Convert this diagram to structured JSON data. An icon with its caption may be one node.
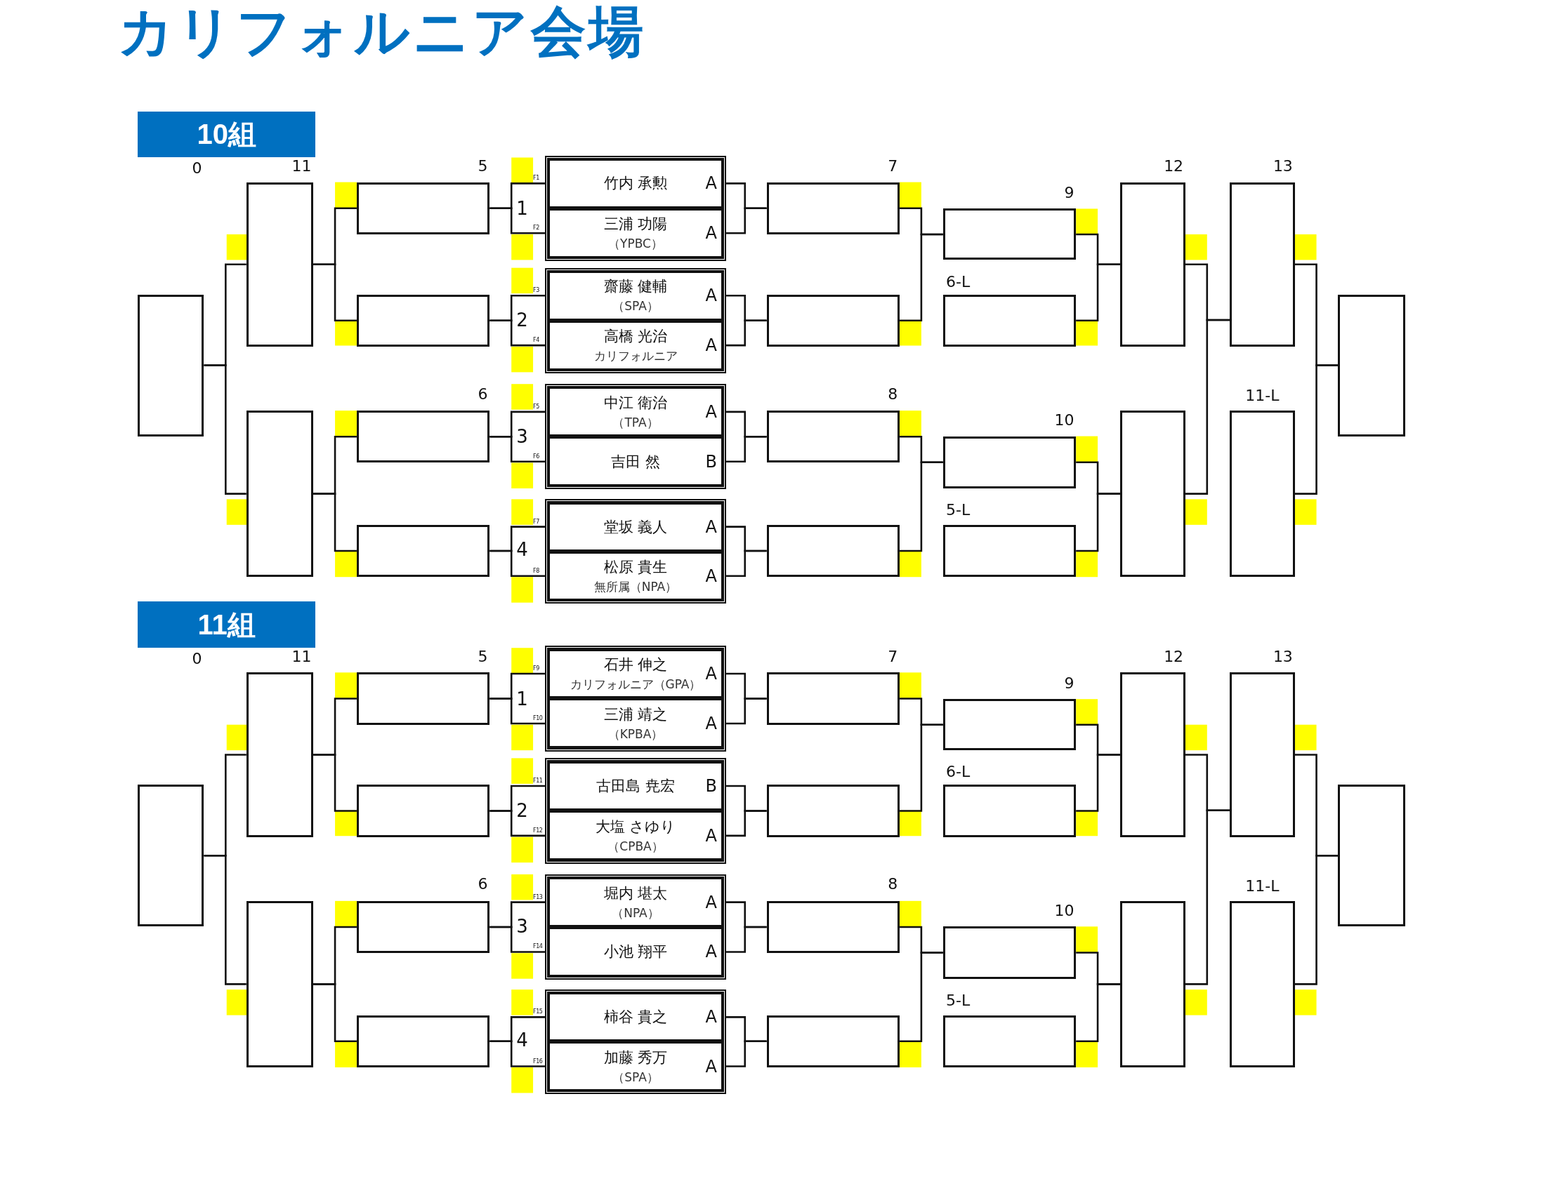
{
  "diagram": {
    "title": "カリフォルニア会場",
    "nodes": [
      {
        "text": [
          "10組"
        ]
      },
      {
        "text": [],
        "shape": "box"
      },
      {
        "text": [],
        "shape": "box",
        "beside": [
          "11"
        ]
      },
      {
        "text": [],
        "shape": "box"
      },
      {
        "text": [],
        "shape": "box",
        "beside": [
          "5"
        ]
      },
      {
        "text": [],
        "shape": "box"
      },
      {
        "text": [],
        "shape": "box",
        "beside": [
          "6"
        ]
      },
      {
        "text": [],
        "shape": "box"
      },
      {
        "text": [],
        "shape": "box"
      },
      {
        "text": [
          "竹内 承勲",
          "A"
        ],
        "in": 8,
        "beside": [
          "F1"
        ]
      },
      {
        "text": [
          "三浦 功陽",
          "（YPBC）",
          "A"
        ],
        "in": 8,
        "beside": [
          "F2"
        ]
      },
      {
        "text": [],
        "shape": "box"
      },
      {
        "text": [
          "齋藤 健輔",
          "（SPA）",
          "A"
        ],
        "in": 11,
        "beside": [
          "F3"
        ]
      },
      {
        "text": [
          "高橋 光治",
          "カリフォルニア",
          "A"
        ],
        "in": 11,
        "beside": [
          "F4"
        ]
      },
      {
        "text": [],
        "shape": "box"
      },
      {
        "text": [
          "中江 衛治",
          "（TPA）",
          "A"
        ],
        "in": 14,
        "beside": [
          "F5"
        ]
      },
      {
        "text": [
          "吉田 然",
          "B"
        ],
        "in": 14,
        "beside": [
          "F6"
        ]
      },
      {
        "text": [],
        "shape": "box"
      },
      {
        "text": [
          "堂坂 義人",
          "A"
        ],
        "in": 17,
        "beside": [
          "F7"
        ]
      },
      {
        "text": [
          "松原 貴生",
          "無所属（NPA）",
          "A"
        ],
        "in": 17,
        "beside": [
          "F8"
        ]
      },
      {
        "text": [],
        "shape": "box",
        "beside": [
          "7"
        ]
      },
      {
        "text": [],
        "shape": "box"
      },
      {
        "text": [],
        "shape": "box",
        "beside": [
          "8"
        ]
      },
      {
        "text": [],
        "shape": "box"
      },
      {
        "text": [],
        "shape": "box",
        "beside": [
          "9"
        ]
      },
      {
        "text": [],
        "shape": "box",
        "beside": [
          "6-L"
        ]
      },
      {
        "text": [],
        "shape": "box",
        "beside": [
          "10"
        ]
      },
      {
        "text": [],
        "shape": "box",
        "beside": [
          "5-L"
        ]
      },
      {
        "text": [],
        "shape": "box",
        "beside": [
          "12"
        ]
      },
      {
        "text": [],
        "shape": "box"
      },
      {
        "text": [],
        "shape": "box",
        "beside": [
          "13"
        ]
      },
      {
        "text": [],
        "shape": "box",
        "beside": [
          "11-L"
        ]
      },
      {
        "text": [],
        "shape": "box"
      },
      {
        "text": [
          "11組"
        ]
      },
      {
        "text": [],
        "shape": "box"
      },
      {
        "text": [],
        "shape": "box",
        "beside": [
          "11"
        ]
      },
      {
        "text": [],
        "shape": "box"
      },
      {
        "text": [],
        "shape": "box",
        "beside": [
          "5"
        ]
      },
      {
        "text": [],
        "shape": "box"
      },
      {
        "text": [],
        "shape": "box",
        "beside": [
          "6"
        ]
      },
      {
        "text": [],
        "shape": "box"
      },
      {
        "text": [],
        "shape": "box"
      },
      {
        "text": [
          "石井 伸之",
          "カリフォルニア（GPA）",
          "A"
        ],
        "in": 41,
        "beside": [
          "F9"
        ]
      },
      {
        "text": [
          "三浦 靖之",
          "（KPBA）",
          "A"
        ],
        "in": 41,
        "beside": [
          "F10"
        ]
      },
      {
        "text": [],
        "shape": "box"
      },
      {
        "text": [
          "古田島 尭宏",
          "B"
        ],
        "in": 44,
        "beside": [
          "F11"
        ]
      },
      {
        "text": [
          "大塩 さゆり",
          "（CPBA）",
          "A"
        ],
        "in": 44,
        "beside": [
          "F12"
        ]
      },
      {
        "text": [],
        "shape": "box"
      },
      {
        "text": [
          "堀内 堪太",
          "（NPA）",
          "A"
        ],
        "in": 47,
        "beside": [
          "F13"
        ]
      },
      {
        "text": [
          "小池 翔平",
          "A"
        ],
        "in": 47,
        "beside": [
          "F14"
        ]
      },
      {
        "text": [],
        "shape": "box"
      },
      {
        "text": [
          "柿谷 貴之",
          "A"
        ],
        "in": 50,
        "beside": [
          "F15"
        ]
      },
      {
        "text": [
          "加藤 秀万",
          "（SPA）",
          "A"
        ],
        "in": 50,
        "beside": [
          "F16"
        ]
      },
      {
        "text": [],
        "shape": "box",
        "beside": [
          "7"
        ]
      },
      {
        "text": [],
        "shape": "box"
      },
      {
        "text": [],
        "shape": "box",
        "beside": [
          "8"
        ]
      },
      {
        "text": [],
        "shape": "box"
      },
      {
        "text": [],
        "shape": "box",
        "beside": [
          "9"
        ]
      },
      {
        "text": [],
        "shape": "box",
        "beside": [
          "6-L"
        ]
      },
      {
        "text": [],
        "shape": "box",
        "beside": [
          "10"
        ]
      },
      {
        "text": [],
        "shape": "box",
        "beside": [
          "5-L"
        ]
      },
      {
        "text": [],
        "shape": "box",
        "beside": [
          "12"
        ]
      },
      {
        "text": [],
        "shape": "box"
      },
      {
        "text": [],
        "shape": "box",
        "beside": [
          "13"
        ]
      },
      {
        "text": [],
        "shape": "box",
        "beside": [
          "11-L"
        ]
      },
      {
        "text": [],
        "shape": "box"
      }
    ],
    "edges": [
      {
        "from": 9,
        "to": 4,
        "arrow": "none"
      },
      {
        "from": 10,
        "to": 4,
        "arrow": "none"
      },
      {
        "from": 12,
        "to": 5,
        "arrow": "none"
      },
      {
        "from": 13,
        "to": 5,
        "arrow": "none"
      },
      {
        "from": 15,
        "to": 6,
        "arrow": "none"
      },
      {
        "from": 16,
        "to": 6,
        "arrow": "none"
      },
      {
        "from": 18,
        "to": 7,
        "arrow": "none"
      },
      {
        "from": 19,
        "to": 7,
        "arrow": "none"
      },
      {
        "from": 9,
        "to": 20,
        "arrow": "none"
      },
      {
        "from": 10,
        "to": 20,
        "arrow": "none"
      },
      {
        "from": 12,
        "to": 21,
        "arrow": "none"
      },
      {
        "from": 13,
        "to": 21,
        "arrow": "none"
      },
      {
        "from": 15,
        "to": 22,
        "arrow": "none"
      },
      {
        "from": 16,
        "to": 22,
        "arrow": "none"
      },
      {
        "from": 18,
        "to": 23,
        "arrow": "none"
      },
      {
        "from": 19,
        "to": 23,
        "arrow": "none"
      },
      {
        "from": 4,
        "to": 2,
        "arrow": "none"
      },
      {
        "from": 5,
        "to": 2,
        "arrow": "none"
      },
      {
        "from": 6,
        "to": 3,
        "arrow": "none"
      },
      {
        "from": 7,
        "to": 3,
        "arrow": "none"
      },
      {
        "from": 2,
        "to": 1,
        "arrow": "none"
      },
      {
        "from": 3,
        "to": 1,
        "arrow": "none"
      },
      {
        "from": 20,
        "to": 24,
        "arrow": "none"
      },
      {
        "from": 21,
        "to": 24,
        "arrow": "none"
      },
      {
        "from": 22,
        "to": 26,
        "arrow": "none"
      },
      {
        "from": 23,
        "to": 26,
        "arrow": "none"
      },
      {
        "from": 24,
        "to": 28,
        "arrow": "none"
      },
      {
        "from": 25,
        "to": 28,
        "arrow": "none"
      },
      {
        "from": 26,
        "to": 29,
        "arrow": "none"
      },
      {
        "from": 27,
        "to": 29,
        "arrow": "none"
      },
      {
        "from": 28,
        "to": 30,
        "arrow": "none"
      },
      {
        "from": 29,
        "to": 30,
        "arrow": "none"
      },
      {
        "from": 30,
        "to": 32,
        "arrow": "none"
      },
      {
        "from": 31,
        "to": 32,
        "arrow": "none"
      },
      {
        "from": 42,
        "to": 37,
        "arrow": "none"
      },
      {
        "from": 43,
        "to": 37,
        "arrow": "none"
      },
      {
        "from": 45,
        "to": 38,
        "arrow": "none"
      },
      {
        "from": 46,
        "to": 38,
        "arrow": "none"
      },
      {
        "from": 48,
        "to": 39,
        "arrow": "none"
      },
      {
        "from": 49,
        "to": 39,
        "arrow": "none"
      },
      {
        "from": 51,
        "to": 40,
        "arrow": "none"
      },
      {
        "from": 52,
        "to": 40,
        "arrow": "none"
      },
      {
        "from": 42,
        "to": 53,
        "arrow": "none"
      },
      {
        "from": 43,
        "to": 53,
        "arrow": "none"
      },
      {
        "from": 45,
        "to": 54,
        "arrow": "none"
      },
      {
        "from": 46,
        "to": 54,
        "arrow": "none"
      },
      {
        "from": 48,
        "to": 55,
        "arrow": "none"
      },
      {
        "from": 49,
        "to": 55,
        "arrow": "none"
      },
      {
        "from": 51,
        "to": 56,
        "arrow": "none"
      },
      {
        "from": 52,
        "to": 56,
        "arrow": "none"
      },
      {
        "from": 37,
        "to": 35,
        "arrow": "none"
      },
      {
        "from": 38,
        "to": 35,
        "arrow": "none"
      },
      {
        "from": 39,
        "to": 36,
        "arrow": "none"
      },
      {
        "from": 40,
        "to": 36,
        "arrow": "none"
      },
      {
        "from": 35,
        "to": 34,
        "arrow": "none"
      },
      {
        "from": 36,
        "to": 34,
        "arrow": "none"
      },
      {
        "from": 53,
        "to": 57,
        "arrow": "none"
      },
      {
        "from": 54,
        "to": 57,
        "arrow": "none"
      },
      {
        "from": 55,
        "to": 59,
        "arrow": "none"
      },
      {
        "from": 56,
        "to": 59,
        "arrow": "none"
      },
      {
        "from": 57,
        "to": 61,
        "arrow": "none"
      },
      {
        "from": 58,
        "to": 61,
        "arrow": "none"
      },
      {
        "from": 59,
        "to": 62,
        "arrow": "none"
      },
      {
        "from": 60,
        "to": 62,
        "arrow": "none"
      },
      {
        "from": 61,
        "to": 63,
        "arrow": "none"
      },
      {
        "from": 62,
        "to": 63,
        "arrow": "none"
      },
      {
        "from": 63,
        "to": 65,
        "arrow": "none"
      },
      {
        "from": 64,
        "to": 65,
        "arrow": "none"
      }
    ],
    "labels": [
      "0",
      "1",
      "2",
      "3",
      "4",
      "0",
      "1",
      "2",
      "3",
      "4"
    ]
  }
}
